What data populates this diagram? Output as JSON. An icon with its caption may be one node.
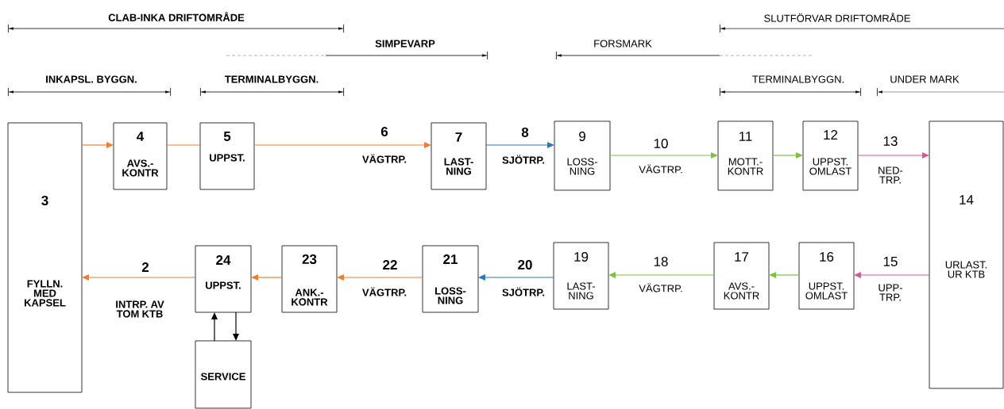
{
  "diagram": {
    "nodes": [
      {
        "text": [
          "3",
          "FYLLN. MED KAPSEL"
        ]
      },
      {
        "text": [
          "4",
          "AVS.- KONTR"
        ]
      },
      {
        "text": [
          "5",
          "UPPST."
        ]
      },
      {
        "text": [
          "7",
          "LAST- NING"
        ]
      },
      {
        "text": [
          "9",
          "LOSS- NING"
        ]
      },
      {
        "text": [
          "11",
          "MOTT.- KONTR"
        ]
      },
      {
        "text": [
          "12",
          "UPPST. OMLAST"
        ]
      },
      {
        "text": [
          "14",
          "URLAST. UR KTB"
        ]
      },
      {
        "text": [
          "24",
          "UPPST."
        ]
      },
      {
        "text": [
          "23",
          "ANK.- KONTR"
        ]
      },
      {
        "text": [
          "21",
          "LOSS- NING"
        ]
      },
      {
        "text": [
          "19",
          "LAST- NING"
        ]
      },
      {
        "text": [
          "17",
          "AVS.- KONTR"
        ]
      },
      {
        "text": [
          "16",
          "UPPST. OMLAST"
        ]
      },
      {
        "text": [
          "SERVICE"
        ]
      }
    ],
    "edges": [
      {
        "from": 0,
        "to": 1,
        "arrow": "to"
      },
      {
        "from": 1,
        "to": 2,
        "arrow": "none"
      },
      {
        "from": 2,
        "to": 3,
        "arrow": "to",
        "label": "6"
      },
      {
        "from": 3,
        "to": 4,
        "arrow": "to",
        "label": "8",
        "color": "#2e75b6"
      },
      {
        "from": 4,
        "to": 5,
        "arrow": "to",
        "label": "10",
        "color": "#7cc142"
      },
      {
        "from": 5,
        "to": 6,
        "arrow": "to",
        "color": "#7cc142"
      },
      {
        "from": 6,
        "to": 7,
        "arrow": "to",
        "label": "13",
        "color": "#d9559e"
      },
      {
        "from": 7,
        "to": 13,
        "arrow": "to",
        "label": "15",
        "color": "#d9559e"
      },
      {
        "from": 13,
        "to": 12,
        "arrow": "to",
        "color": "#7cc142"
      },
      {
        "from": 12,
        "to": 11,
        "arrow": "to",
        "label": "18",
        "color": "#7cc142"
      },
      {
        "from": 11,
        "to": 10,
        "arrow": "to",
        "label": "20",
        "color": "#2e75b6"
      },
      {
        "from": 10,
        "to": 9,
        "arrow": "to",
        "label": "22"
      },
      {
        "from": 9,
        "to": 8,
        "arrow": "to"
      },
      {
        "from": 8,
        "to": 0,
        "arrow": "to",
        "label": "2"
      },
      {
        "from": 14,
        "to": 8,
        "arrow": "to",
        "color": "#000000"
      },
      {
        "from": 8,
        "to": 14,
        "arrow": "to",
        "color": "#000000"
      }
    ],
    "labels": [
      "CLAB-INKA DRIFTOMRÅDE",
      "SLUTFÖRVAR DRIFTOMRÅDE",
      "SIMPEVARP",
      "FORSMARK",
      "INKAPSL. BYGGN.",
      "TERMINALBYGGN.",
      "TERMINALBYGGN.",
      "UNDER MARK",
      "VÄGTRP.",
      "SJÖTRP.",
      "VÄGTRP.",
      "NED- TRP.",
      "INTRP. AV TOM KTB",
      "VÄGTRP.",
      "SJÖTRP.",
      "VÄGTRP.",
      "UPP- TRP."
    ]
  }
}
